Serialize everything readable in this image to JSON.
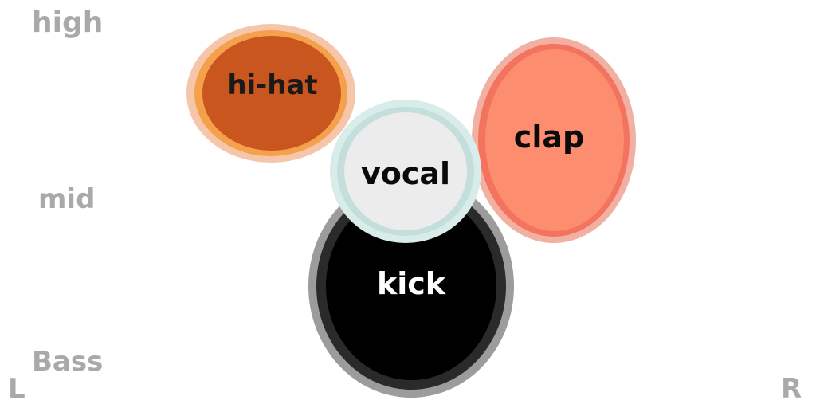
{
  "axes": {
    "vertical": {
      "high": "high",
      "mid": "mid",
      "bass": "Bass"
    },
    "horizontal": {
      "left": "L",
      "right": "R"
    }
  },
  "instruments": {
    "hihat": {
      "label": "hi-hat",
      "color": "#c8561e"
    },
    "clap": {
      "label": "clap",
      "color": "#fc8d6f"
    },
    "kick": {
      "label": "kick",
      "color": "#000000"
    },
    "vocal": {
      "label": "vocal",
      "color": "#ececec"
    }
  },
  "colors": {
    "axis_label": "#a9a9a9",
    "background": "#ffffff"
  }
}
